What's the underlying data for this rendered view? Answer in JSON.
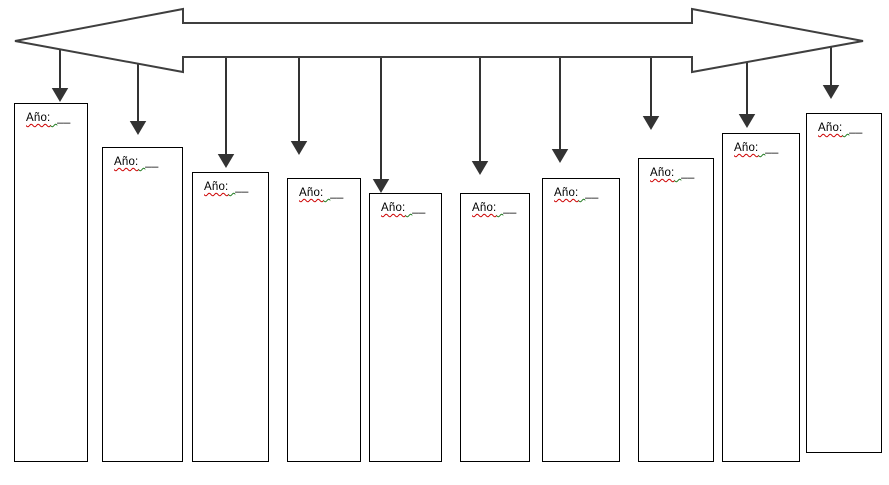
{
  "document": {
    "type": "timeline-worksheet",
    "background": "#ffffff"
  },
  "shapes": {
    "main_axis": {
      "name": "double-headed-horizontal-arrow",
      "fill": "#ffffff",
      "outline_color": "#3f3f3f"
    },
    "connectors": {
      "name": "down-arrow",
      "count": 10,
      "color": "#333333"
    }
  },
  "colors": {
    "box_border": "#000000",
    "text": "#000000",
    "spellcheck_underline": "#cc0000",
    "grammar_underline": "#1f7a1f"
  },
  "boxes": [
    {
      "label": "Año:",
      "gap": "  ",
      "blank": "__"
    },
    {
      "label": "Año:",
      "gap": "  ",
      "blank": "__"
    },
    {
      "label": "Año:",
      "gap": "  ",
      "blank": "__"
    },
    {
      "label": "Año:",
      "gap": "  ",
      "blank": "__"
    },
    {
      "label": "Año:",
      "gap": "  ",
      "blank": "__"
    },
    {
      "label": "Año:",
      "gap": "  ",
      "blank": "__"
    },
    {
      "label": "Año:",
      "gap": "  ",
      "blank": "__"
    },
    {
      "label": "Año:",
      "gap": "  ",
      "blank": "__"
    },
    {
      "label": "Año:",
      "gap": "  ",
      "blank": "__"
    },
    {
      "label": "Año:",
      "gap": "  ",
      "blank": "__"
    }
  ]
}
